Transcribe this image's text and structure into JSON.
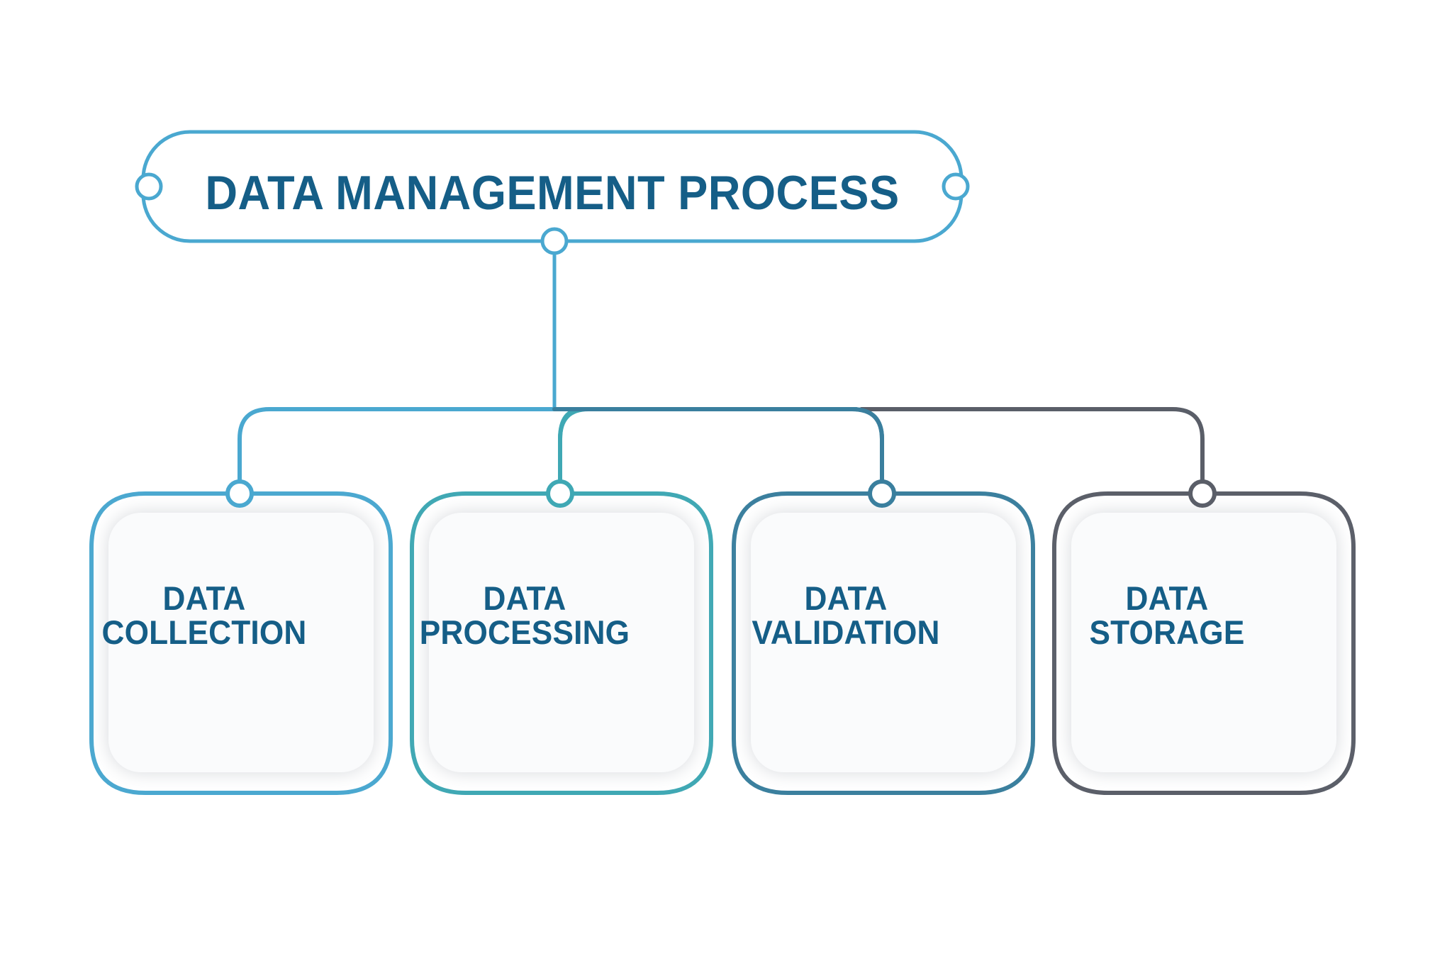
{
  "diagram": {
    "type": "hierarchy-flow",
    "title": "DATA MANAGEMENT PROCESS",
    "background_color": "#ffffff",
    "title_text_color": "#155e87",
    "title_border_color": "#4aa8d0",
    "nodes": [
      {
        "label": "DATA COLLECTION",
        "line1": "DATA",
        "line2": "COLLECTION",
        "accent_color": "#4aa8d0",
        "connector_icon": "circle-connector-icon"
      },
      {
        "label": "DATA PROCESSING",
        "line1": "DATA",
        "line2": "PROCESSING",
        "accent_color": "#3fa8b4",
        "connector_icon": "circle-connector-icon"
      },
      {
        "label": "DATA VALIDATION",
        "line1": "DATA",
        "line2": "VALIDATION",
        "accent_color": "#3a7f9e",
        "connector_icon": "circle-connector-icon"
      },
      {
        "label": "DATA STORAGE",
        "line1": "DATA",
        "line2": "STORAGE",
        "accent_color": "#5a5e68",
        "connector_icon": "circle-connector-icon"
      }
    ],
    "card_fill_color": "#fafbfc",
    "card_shadow_color": "#e6e7e9"
  }
}
